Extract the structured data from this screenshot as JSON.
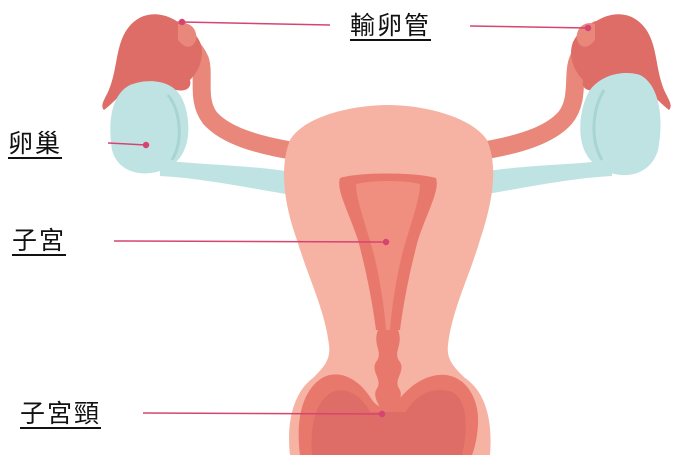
{
  "labels": {
    "fallopian_tube": "輸卵管",
    "ovary": "卵巢",
    "uterus": "子宮",
    "cervix": "子宮頸"
  },
  "colors": {
    "uterus_outer": "#f6b3a3",
    "uterus_inner": "#e8786b",
    "cavity": "#f08e7f",
    "tube": "#e8877a",
    "fimbriae": "#dd6d66",
    "ovary": "#bfe3e3",
    "ovary_ligament": "#bfe3e3",
    "leader_line": "#d6456f"
  }
}
